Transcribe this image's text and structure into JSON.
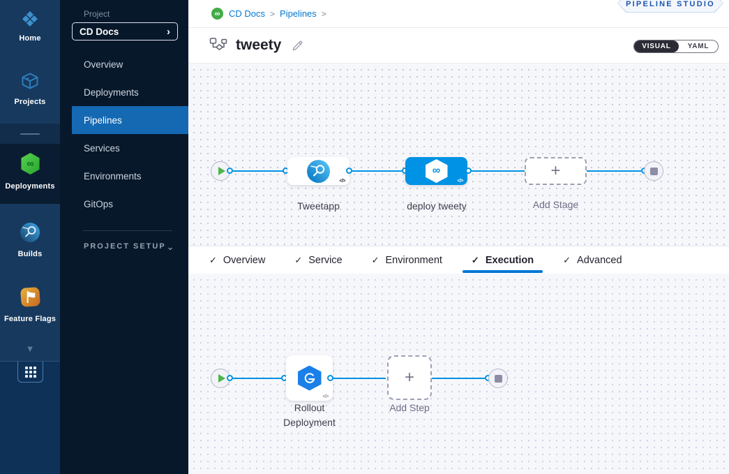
{
  "rail": {
    "items": [
      {
        "label": "Home"
      },
      {
        "label": "Projects"
      },
      {
        "label": "Deployments"
      },
      {
        "label": "Builds"
      },
      {
        "label": "Feature Flags"
      }
    ],
    "selected": "Deployments"
  },
  "sidebar": {
    "project_label": "Project",
    "project_name": "CD Docs",
    "items": [
      {
        "label": "Overview"
      },
      {
        "label": "Deployments"
      },
      {
        "label": "Pipelines"
      },
      {
        "label": "Services"
      },
      {
        "label": "Environments"
      },
      {
        "label": "GitOps"
      }
    ],
    "active_item": "Pipelines",
    "project_setup_label": "PROJECT SETUP"
  },
  "header": {
    "breadcrumb": {
      "link1": "CD Docs",
      "link2": "Pipelines",
      "separator": ">"
    },
    "studio_badge": "PIPELINE STUDIO",
    "pipeline_name": "tweety",
    "toggle": {
      "visual": "VISUAL",
      "yaml": "YAML",
      "selected": "VISUAL"
    }
  },
  "stage_canvas": {
    "stages": [
      {
        "name": "Tweetapp",
        "type": "build"
      },
      {
        "name": "deploy tweety",
        "type": "deploy"
      }
    ],
    "add_stage_label": "Add Stage",
    "add_glyph": "+",
    "code_badge": "</>"
  },
  "tabs": {
    "check_glyph": "✓",
    "items": [
      {
        "label": "Overview",
        "checked": true
      },
      {
        "label": "Service",
        "checked": true
      },
      {
        "label": "Environment",
        "checked": true
      },
      {
        "label": "Execution",
        "checked": true
      },
      {
        "label": "Advanced",
        "checked": true
      }
    ],
    "active": "Execution"
  },
  "execution_canvas": {
    "steps": [
      {
        "name_line1": "Rollout",
        "name_line2": "Deployment"
      }
    ],
    "add_step_label": "Add Step",
    "add_glyph": "+",
    "code_badge": "</>"
  },
  "icons": {
    "home_glyph": "❖",
    "infinity": "∞",
    "chevron_right": "›",
    "chevron_down": "⌄",
    "collapse_triangle": "▼"
  },
  "colors": {
    "accent_blue": "#0278d5",
    "edge_blue": "#0092e4",
    "deploy_green": "#42ab45",
    "sidebar_dark": "#07182b",
    "rail_navy": "#17395e"
  }
}
